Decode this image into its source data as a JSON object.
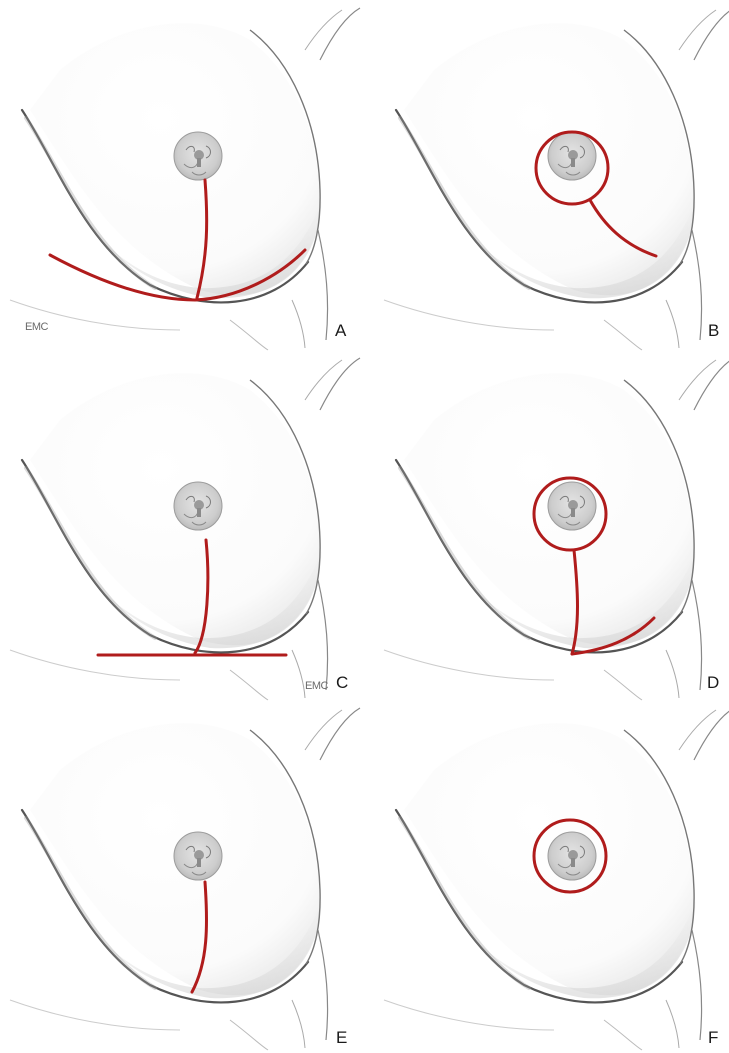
{
  "figure": {
    "incision_color": "#b01c1c",
    "skin_shadow_color": "#4a4a4a",
    "panels": [
      {
        "id": "A",
        "label": "A",
        "mark": "EMC",
        "incisions": [
          "vertical-scar",
          "curved-inframammary-scar"
        ]
      },
      {
        "id": "B",
        "label": "B",
        "mark": "",
        "incisions": [
          "periareolar-circle",
          "oblique-lateral-scar"
        ]
      },
      {
        "id": "C",
        "label": "C",
        "mark": "EMC",
        "incisions": [
          "vertical-scar",
          "horizontal-inframammary-scar"
        ]
      },
      {
        "id": "D",
        "label": "D",
        "mark": "",
        "incisions": [
          "periareolar-circle",
          "vertical-scar",
          "short-lateral-inframammary-scar"
        ]
      },
      {
        "id": "E",
        "label": "E",
        "mark": "",
        "incisions": [
          "vertical-scar"
        ]
      },
      {
        "id": "F",
        "label": "F",
        "mark": "",
        "incisions": [
          "periareolar-circle"
        ]
      }
    ]
  }
}
